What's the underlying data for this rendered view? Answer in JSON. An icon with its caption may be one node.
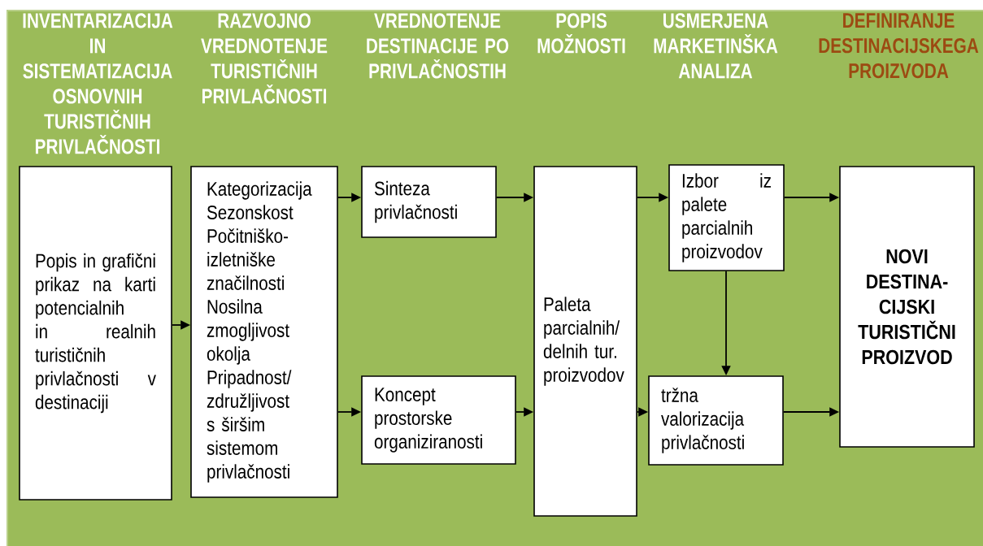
{
  "diagram": {
    "nodes": [
      {
        "text": [
          "Popis in grafični prikaz na karti potencialnih in realnih turističnih privlačnosti v destinaciji"
        ]
      },
      {
        "text": [
          "Kategorizacija Sezonskost Počitniško-izletniške značilnosti Nosilna zmogljivost okolja Pripadnost/združljivost s širšim sistemom privlačnosti"
        ]
      },
      {
        "text": [
          "Sinteza privlačnosti"
        ]
      },
      {
        "text": [
          "Koncept prostorske organiziranosti"
        ]
      },
      {
        "text": [
          "Paleta parcialnih/delnih tur. proizvodov"
        ]
      },
      {
        "text": [
          "Izbor iz palete parcialnih proizvodov"
        ]
      },
      {
        "text": [
          "tržna valorizacija privlačnosti"
        ]
      },
      {
        "text": [
          "NOVI DESTINA-CIJSKI TURISTIČNI PROIZVOD"
        ]
      }
    ],
    "edges": [
      {
        "from": 0,
        "to": 1,
        "arrow": "to"
      },
      {
        "from": 1,
        "to": 2,
        "arrow": "to"
      },
      {
        "from": 1,
        "to": 3,
        "arrow": "to"
      },
      {
        "from": 2,
        "to": 4,
        "arrow": "to"
      },
      {
        "from": 3,
        "to": 4,
        "arrow": "to"
      },
      {
        "from": 4,
        "to": 5,
        "arrow": "to"
      },
      {
        "from": 4,
        "to": 6,
        "arrow": "to"
      },
      {
        "from": 5,
        "to": 6,
        "arrow": "to"
      },
      {
        "from": 5,
        "to": 7,
        "arrow": "to"
      },
      {
        "from": 6,
        "to": 7,
        "arrow": "to"
      }
    ],
    "labels": [
      "INVENTARIZACIJA IN SISTEMATIZACIJA OSNOVNIH TURISTIČNIH PRIVLAČNOSTI",
      "RAZVOJNO VREDNOTENJE TURISTIČNIH PRIVLAČNOSTI",
      "VREDNOTENJE DESTINACIJE PO PRIVLAČNOSTIH",
      "POPIS MOŽNOSTI",
      "USMERJENA MARKETINŠKA ANALIZA",
      "DEFINIRANJE DESTINACIJSKEGA PROIZVODA"
    ]
  }
}
